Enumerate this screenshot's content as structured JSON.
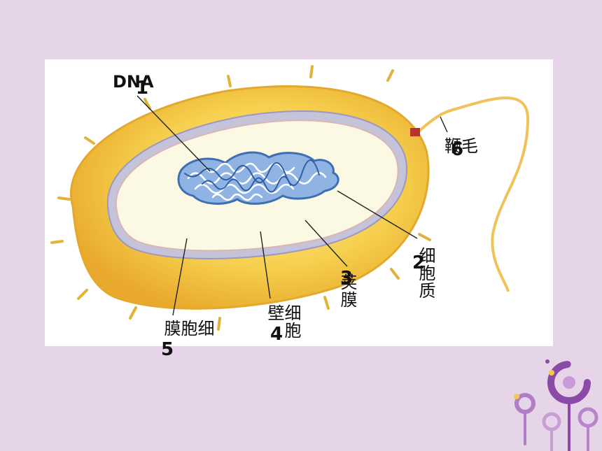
{
  "labels": {
    "dna": {
      "text": "DNA",
      "num": "1"
    },
    "cytoplasm": {
      "text": "细胞质",
      "num": "2"
    },
    "capsule": {
      "text": "荚膜",
      "num": "3"
    },
    "cell_wall": {
      "text": "细胞壁",
      "num": "4"
    },
    "cell_membrane": {
      "text": "细胞膜",
      "num": "5"
    },
    "flagellum": {
      "text": "鞭毛",
      "num": "6"
    }
  },
  "colors": {
    "background": "#e6d5e9",
    "capsule": "#f3c94a",
    "cell_wall": "#b8b6cf",
    "cytoplasm": "#fbf8e4",
    "dna": "#4f86c9",
    "accent": "#8b4aa8"
  }
}
